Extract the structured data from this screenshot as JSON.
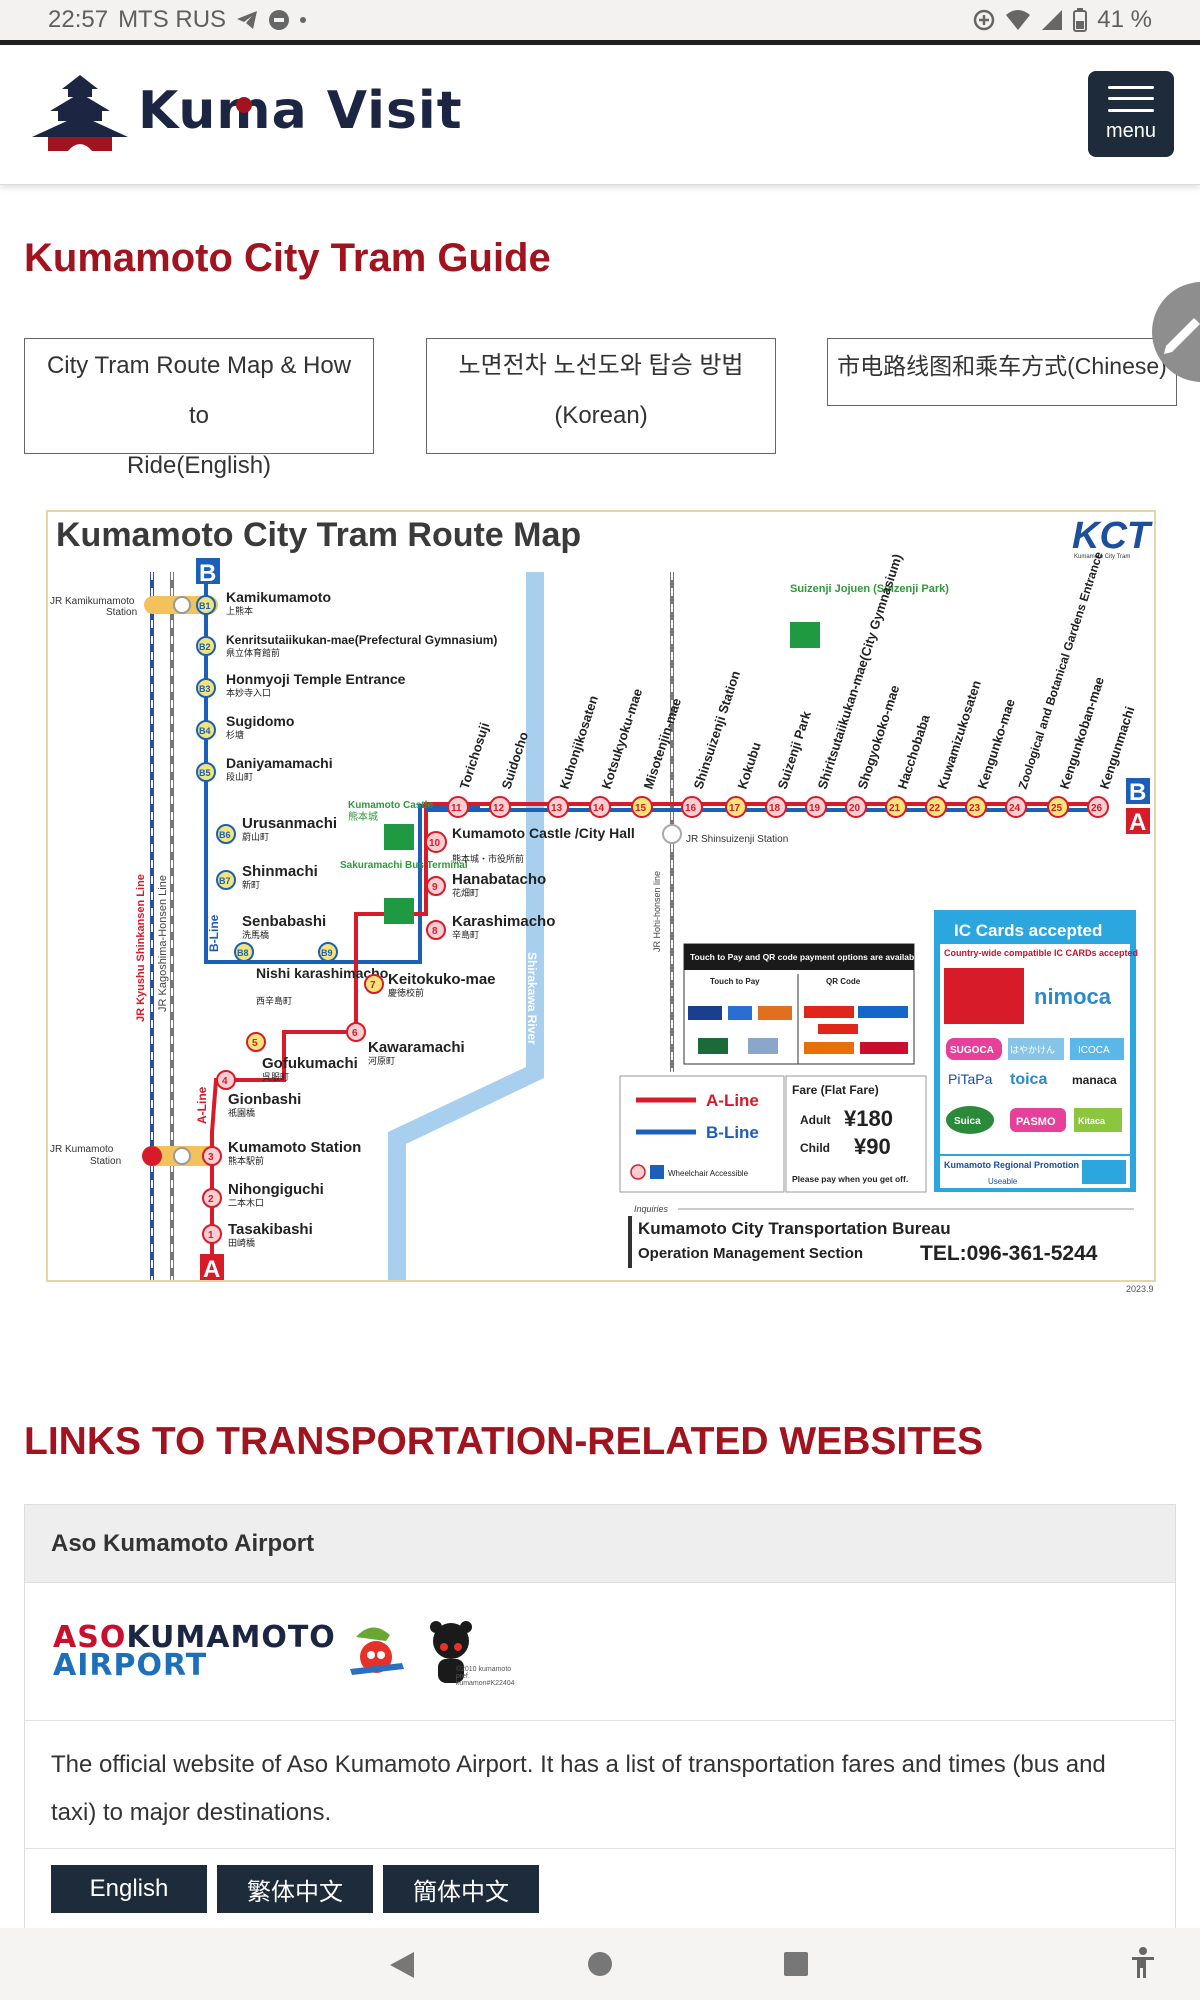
{
  "status": {
    "time": "22:57",
    "carrier": "MTS RUS",
    "battery": "41 %"
  },
  "site": {
    "name_part1": "Ku",
    "name_part2": "a Visit",
    "menu_label": "menu"
  },
  "page": {
    "title": "Kumamoto City Tram Guide"
  },
  "lang_tabs": [
    {
      "line1": "City Tram Route Map & How to",
      "line2": "Ride(English)"
    },
    {
      "line1": "노면전차 노선도와 탑승 방법",
      "line2": "(Korean)"
    },
    {
      "line1": "市电路线图和乘车方式(Chinese)",
      "line2": ""
    }
  ],
  "map": {
    "title": "Kumamoto City Tram Route Map",
    "kct": "KCT",
    "kct_sub": "Kumamoto City Tram",
    "b_line_stops": [
      {
        "num": "B1",
        "name": "Kamikumamoto",
        "jp": "上熊本"
      },
      {
        "num": "B2",
        "name": "Kenritsutaiikukan-mae(Prefectural Gymnasium)",
        "jp": "県立体育館前"
      },
      {
        "num": "B3",
        "name": "Honmyoji Temple Entrance",
        "jp": "本妙寺入口"
      },
      {
        "num": "B4",
        "name": "Sugidomo",
        "jp": "杉塘"
      },
      {
        "num": "B5",
        "name": "Daniyamamachi",
        "jp": "段山町"
      },
      {
        "num": "B6",
        "name": "Urusanmachi",
        "jp": "蔚山町"
      },
      {
        "num": "B7",
        "name": "Shinmachi",
        "jp": "新町"
      },
      {
        "num": "B8",
        "name": "Senbabashi",
        "jp": "洗馬橋"
      },
      {
        "num": "B9",
        "name": "Nishi karashimacho",
        "jp": "西辛島町"
      }
    ],
    "a_line_stops": [
      {
        "num": "1",
        "name": "Tasakibashi",
        "jp": "田崎橋"
      },
      {
        "num": "2",
        "name": "Nihongiguchi",
        "jp": "二本木口"
      },
      {
        "num": "3",
        "name": "Kumamoto Station",
        "jp": "熊本駅前"
      },
      {
        "num": "4",
        "name": "Gionbashi",
        "jp": "祇園橋"
      },
      {
        "num": "5",
        "name": "Gofukumachi",
        "jp": "呉服町"
      },
      {
        "num": "6",
        "name": "Kawaramachi",
        "jp": "河原町"
      },
      {
        "num": "7",
        "name": "Keitokuko-mae",
        "jp": "慶徳校前"
      },
      {
        "num": "8",
        "name": "Karashimacho",
        "jp": "辛島町"
      },
      {
        "num": "9",
        "name": "Hanabatacho",
        "jp": "花畑町"
      },
      {
        "num": "10",
        "name": "Kumamoto Castle /City Hall",
        "jp": "熊本城・市役所前"
      }
    ],
    "east_stops": [
      {
        "num": "11",
        "name": "Torichosuji"
      },
      {
        "num": "12",
        "name": "Suidocho"
      },
      {
        "num": "13",
        "name": "Kuhonjikosaten"
      },
      {
        "num": "14",
        "name": "Kotsukyoku-mae"
      },
      {
        "num": "15",
        "name": "Misotenjin-mae"
      },
      {
        "num": "16",
        "name": "Shinsuizenji Station"
      },
      {
        "num": "17",
        "name": "Kokubu"
      },
      {
        "num": "18",
        "name": "Suizenji Park"
      },
      {
        "num": "19",
        "name": "Shiritsutaiikukan-mae(City Gymnasium)"
      },
      {
        "num": "20",
        "name": "Shogyokoko-mae"
      },
      {
        "num": "21",
        "name": "Hacchobaba"
      },
      {
        "num": "22",
        "name": "Kuwamizukosaten"
      },
      {
        "num": "23",
        "name": "Kengunko-mae"
      },
      {
        "num": "24",
        "name": "Zoological and Botanical Gardens Entrance"
      },
      {
        "num": "25",
        "name": "Kengunkoban-mae"
      },
      {
        "num": "26",
        "name": "Kengunmachi"
      }
    ],
    "labels": {
      "jr_kamikumamoto": "JR Kamikumamoto",
      "station": "Station",
      "jr_kumamoto": "JR Kumamoto",
      "jr_shinsuizenji": "JR Shinsuizenji Station",
      "kyushu_shinkansen": "JR Kyushu Shinkansen Line",
      "kagoshima_line": "JR Kagoshima-Honsen Line",
      "hohi_line": "JR Hohi-honsen line",
      "shirakawa": "Shirakawa River",
      "castle": "Kumamoto Castle",
      "castle_jp": "熊本城",
      "bus_terminal": "Sakuramachi Bus Terminal",
      "suizenji_park": "Suizenji Jojuen (Suizenji Park)",
      "b_line": "B-Line",
      "a_line": "A-Line",
      "letter_a": "A",
      "letter_b": "B"
    },
    "payment": {
      "header": "Touch to Pay and QR code payment options are available.",
      "touch": "Touch to Pay",
      "qr": "QR Code"
    },
    "legend": {
      "a_line": "A-Line",
      "b_line": "B-Line",
      "accessible": "Wheelchair Accessible"
    },
    "fare": {
      "title": "Fare (Flat Fare)",
      "adult_label": "Adult",
      "adult_price": "¥180",
      "child_label": "Child",
      "child_price": "¥90",
      "note": "Please pay when you get off."
    },
    "ic": {
      "title": "IC Cards accepted",
      "sub": "Country-wide compatible IC CARDs accepted",
      "nimoca": "nimoca",
      "cards": [
        "SUGOCA",
        "はやかけん",
        "ICOCA",
        "PiTaPa",
        "toica",
        "manaca",
        "Suica",
        "PASMO",
        "Kitaca"
      ],
      "regional": "Kumamoto Regional Promotion IC Card",
      "useable": "Useable"
    },
    "inquiry": {
      "label": "Inquiries",
      "org": "Kumamoto  City Transportation Bureau",
      "section": "Operation Management Section",
      "tel": "TEL:096-361-5244"
    },
    "date": "2023.9"
  },
  "links_section": {
    "title": "LINKS TO TRANSPORTATION-RELATED WEBSITES"
  },
  "airport_card": {
    "heading": "Aso Kumamoto Airport",
    "logo_aso": "ASO",
    "logo_kumamoto": "KUMAMOTO",
    "logo_airport": "AIRPORT",
    "copyright": "©2010 kumamoto pref. kumamon#K22404",
    "description": "The official website of Aso Kumamoto Airport. It has a list of transportation fares and times (bus and taxi) to major destinations.",
    "links": [
      "English",
      "繁体中文",
      "簡体中文"
    ]
  },
  "colors": {
    "title_red": "#a1141f",
    "navy": "#1e2b3b",
    "a_line": "#d71b29",
    "b_line": "#1c5fb8",
    "river": "#a8d0ee",
    "ic_blue": "#2ba6de"
  }
}
